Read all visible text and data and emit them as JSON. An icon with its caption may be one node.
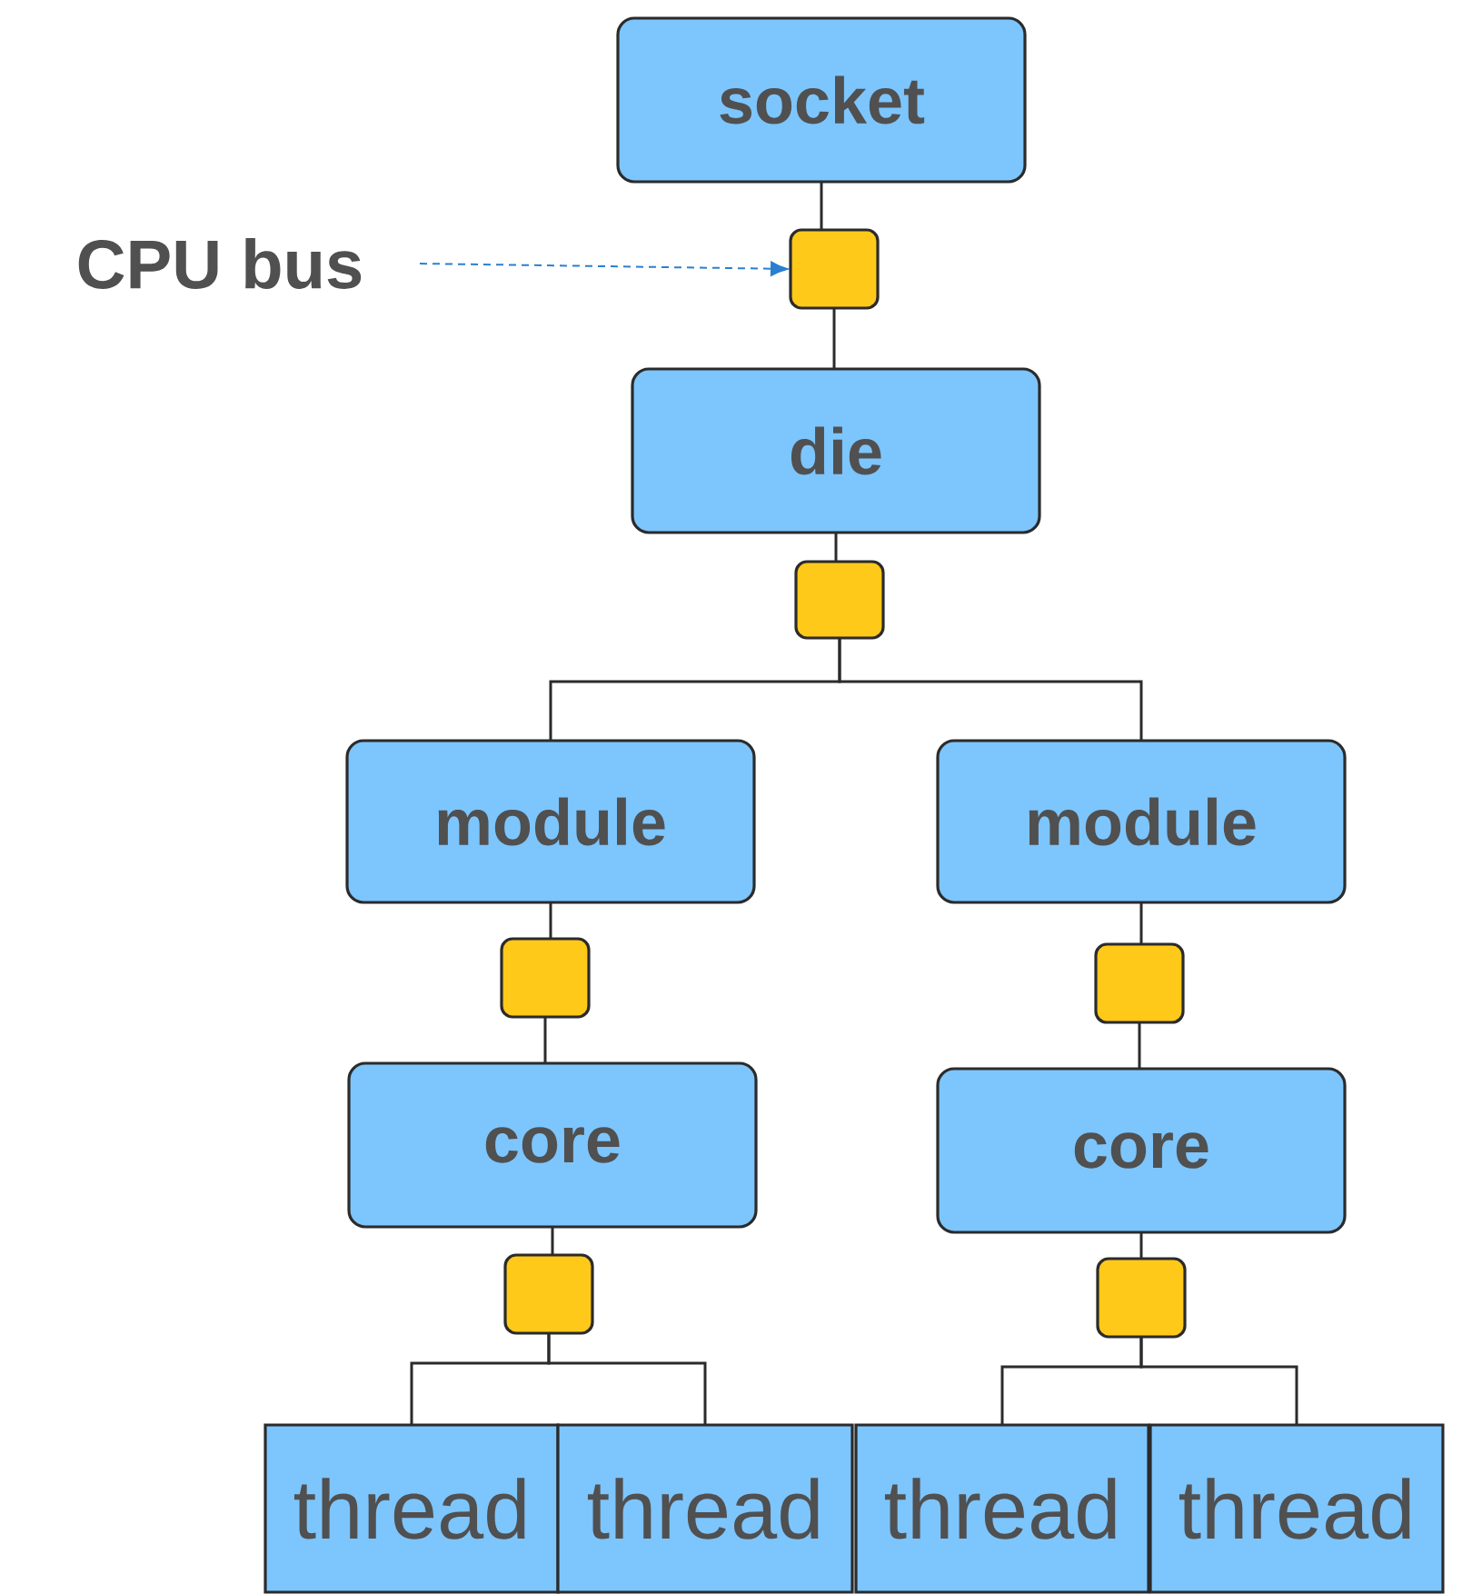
{
  "diagram": {
    "nodes": [
      {
        "text": [
          "socket"
        ]
      },
      {
        "text": [],
        "shape": "box"
      },
      {
        "text": [
          "die"
        ]
      },
      {
        "text": [],
        "shape": "box"
      },
      {
        "text": [
          "module"
        ]
      },
      {
        "text": [
          "module"
        ]
      },
      {
        "text": [],
        "shape": "box"
      },
      {
        "text": [],
        "shape": "box"
      },
      {
        "text": [
          "core"
        ]
      },
      {
        "text": [
          "core"
        ]
      },
      {
        "text": [],
        "shape": "box"
      },
      {
        "text": [],
        "shape": "box"
      },
      {
        "text": [
          "thread"
        ]
      },
      {
        "text": [
          "thread"
        ]
      },
      {
        "text": [
          "thread"
        ]
      },
      {
        "text": [
          "thread"
        ]
      },
      {
        "text": [
          "CPU bus"
        ]
      }
    ],
    "edges": [
      {
        "from": 0,
        "to": 1,
        "arrow": "none"
      },
      {
        "from": 1,
        "to": 2,
        "arrow": "none"
      },
      {
        "from": 2,
        "to": 3,
        "arrow": "none"
      },
      {
        "from": 3,
        "to": 4,
        "arrow": "none"
      },
      {
        "from": 3,
        "to": 5,
        "arrow": "none"
      },
      {
        "from": 4,
        "to": 6,
        "arrow": "none"
      },
      {
        "from": 6,
        "to": 8,
        "arrow": "none"
      },
      {
        "from": 5,
        "to": 7,
        "arrow": "none"
      },
      {
        "from": 7,
        "to": 9,
        "arrow": "none"
      },
      {
        "from": 8,
        "to": 10,
        "arrow": "none"
      },
      {
        "from": 10,
        "to": 12,
        "arrow": "none"
      },
      {
        "from": 10,
        "to": 13,
        "arrow": "none"
      },
      {
        "from": 9,
        "to": 11,
        "arrow": "none"
      },
      {
        "from": 11,
        "to": 14,
        "arrow": "none"
      },
      {
        "from": 11,
        "to": 15,
        "arrow": "none"
      },
      {
        "from": 16,
        "to": 1,
        "arrow": "to",
        "style": "dashed",
        "color": "#2b7fd0"
      }
    ]
  }
}
